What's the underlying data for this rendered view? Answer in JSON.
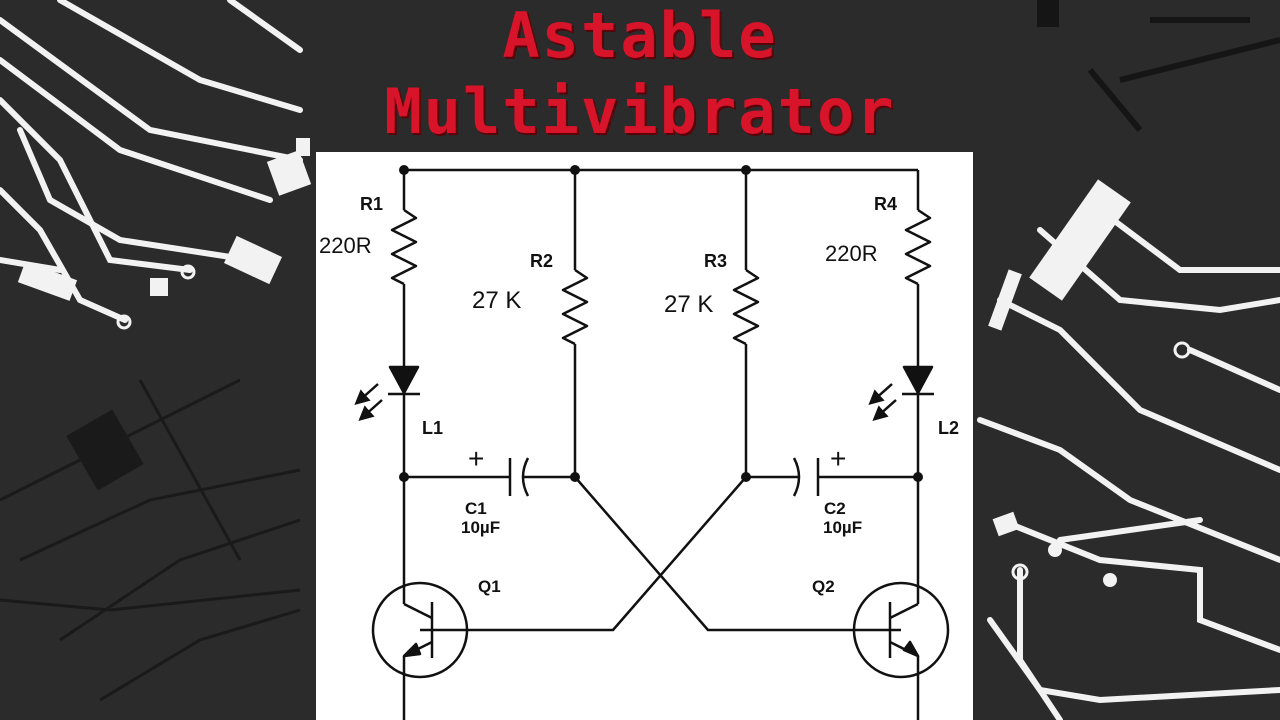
{
  "title": {
    "line1": "Astable",
    "line2": "Multivibrator"
  },
  "components": {
    "r1": {
      "ref": "R1",
      "value": "220R"
    },
    "r2": {
      "ref": "R2",
      "value": "27 K"
    },
    "r3": {
      "ref": "R3",
      "value": "27 K"
    },
    "r4": {
      "ref": "R4",
      "value": "220R"
    },
    "l1": {
      "ref": "L1"
    },
    "l2": {
      "ref": "L2"
    },
    "c1": {
      "ref": "C1",
      "value": "10µF",
      "polarity": "+"
    },
    "c2": {
      "ref": "C2",
      "value": "10µF",
      "polarity": "+"
    },
    "q1": {
      "ref": "Q1"
    },
    "q2": {
      "ref": "Q2"
    }
  },
  "colors": {
    "title": "#d8142a",
    "background": "#2b2b2b",
    "panel": "#ffffff",
    "wire": "#111111",
    "pcb_trace": "#f2f2f2"
  }
}
